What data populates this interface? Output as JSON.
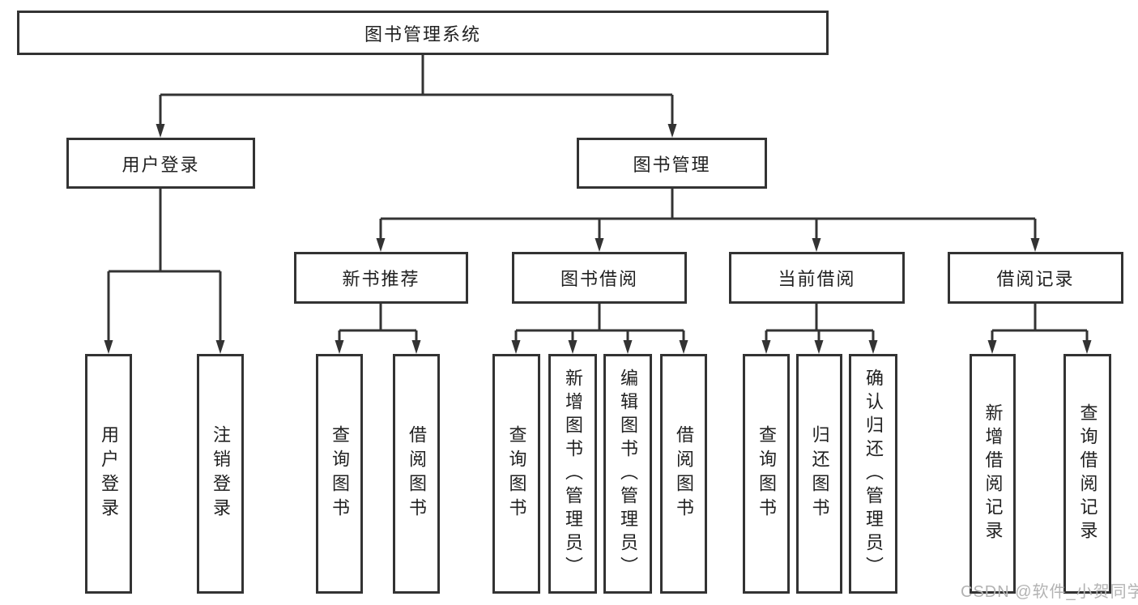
{
  "tree": {
    "root": "图书管理系统",
    "branches": [
      {
        "label": "用户登录",
        "children": [
          "用户登录",
          "注销登录"
        ]
      },
      {
        "label": "图书管理",
        "groups": [
          {
            "label": "新书推荐",
            "children": [
              "查询图书",
              "借阅图书"
            ]
          },
          {
            "label": "图书借阅",
            "children": [
              "查询图书",
              "新增图书（管理员）",
              "编辑图书（管理员）",
              "借阅图书"
            ]
          },
          {
            "label": "当前借阅",
            "children": [
              "查询图书",
              "归还图书",
              "确认归还（管理员）"
            ]
          },
          {
            "label": "借阅记录",
            "children": [
              "新增借阅记录",
              "查询借阅记录"
            ]
          }
        ]
      }
    ]
  },
  "watermark": {
    "text": "CSDN @软件_小贺同学"
  },
  "colors": {
    "line": "#333333",
    "box_border": "#333333",
    "text": "#212121",
    "watermark": "#b3b3b3",
    "background": "#ffffff"
  }
}
